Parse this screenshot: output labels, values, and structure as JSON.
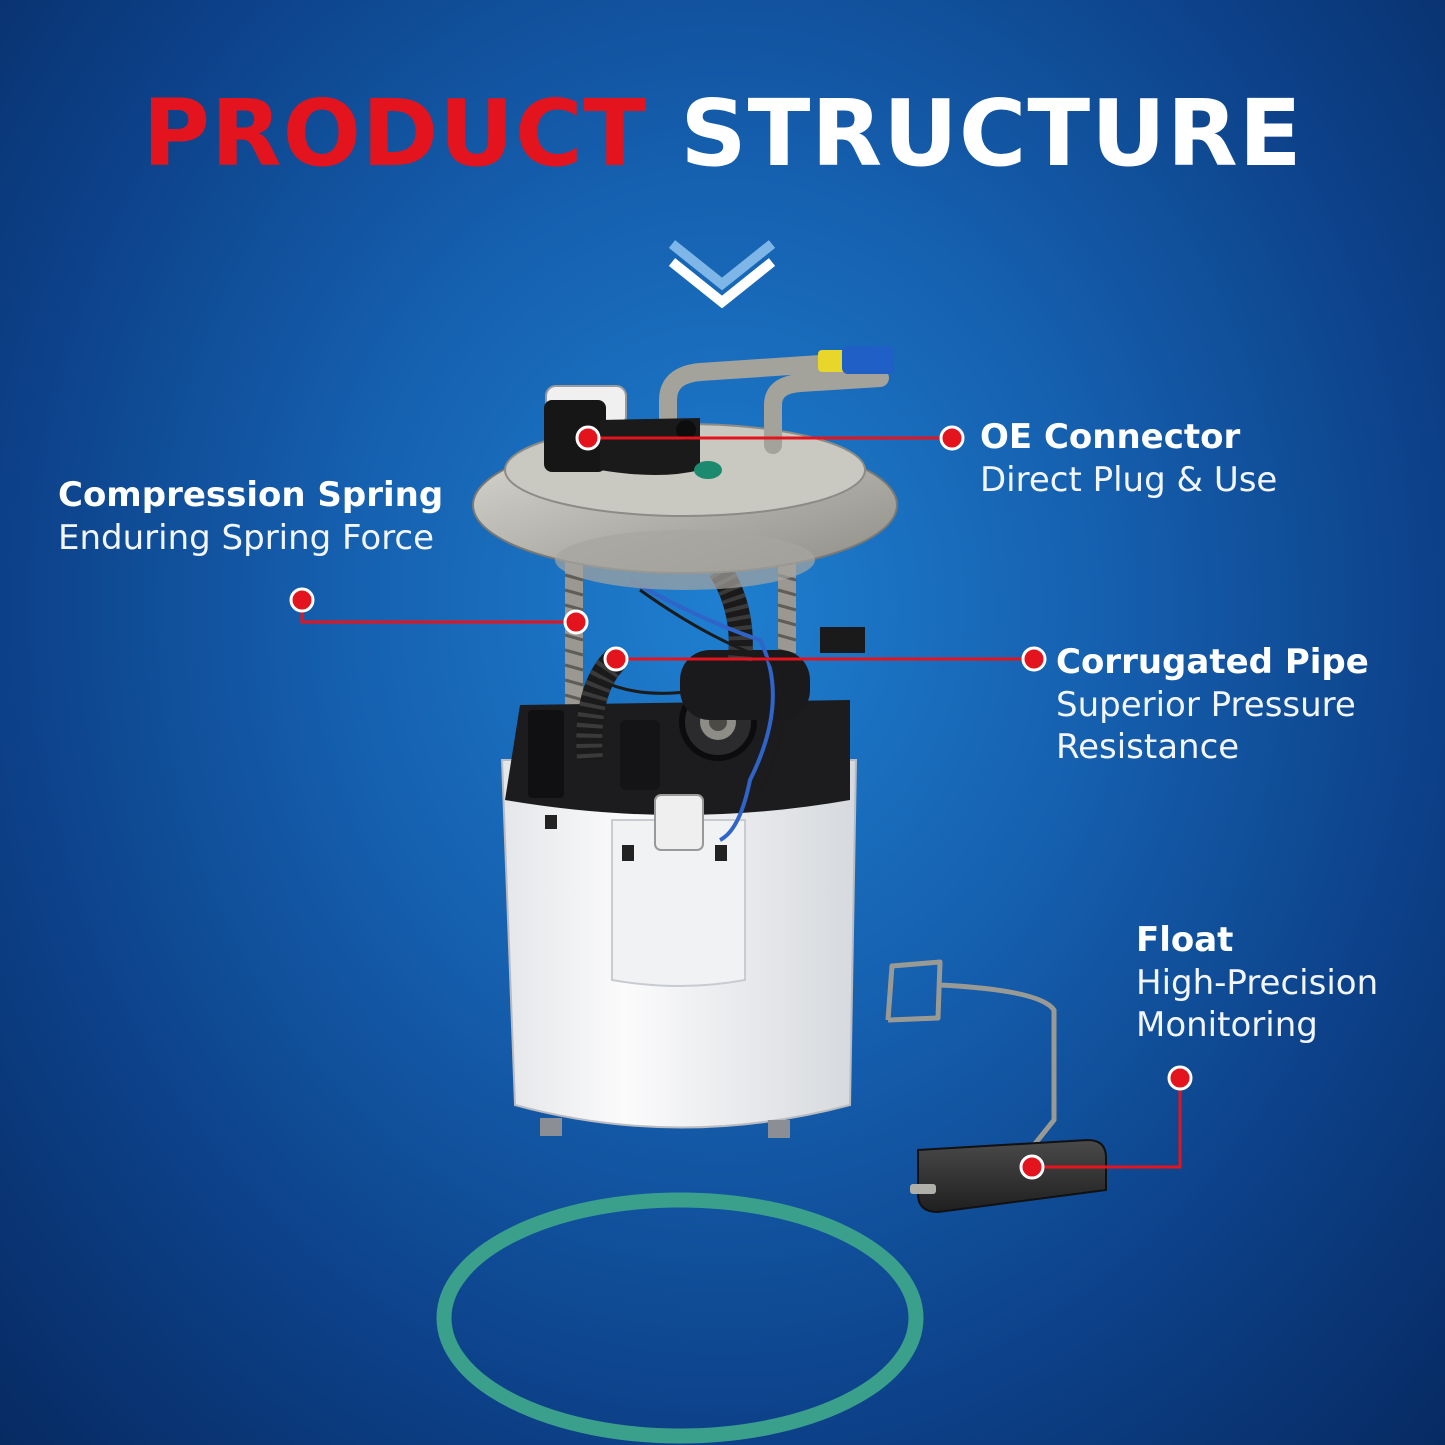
{
  "title": {
    "part1": "PRODUCT",
    "part2": "STRUCTURE"
  },
  "colors": {
    "accent_red": "#e3141e",
    "background": "#155fae",
    "text": "#ffffff"
  },
  "labels": {
    "oe_connector": {
      "title": "OE Connector",
      "desc": "Direct Plug & Use"
    },
    "compression_spring": {
      "title": "Compression Spring",
      "desc": "Enduring Spring Force"
    },
    "corrugated_pipe": {
      "title": "Corrugated Pipe",
      "line1": "Superior Pressure",
      "line2": "Resistance"
    },
    "float": {
      "title": "Float",
      "line1": "High-Precision",
      "line2": "Monitoring"
    }
  }
}
